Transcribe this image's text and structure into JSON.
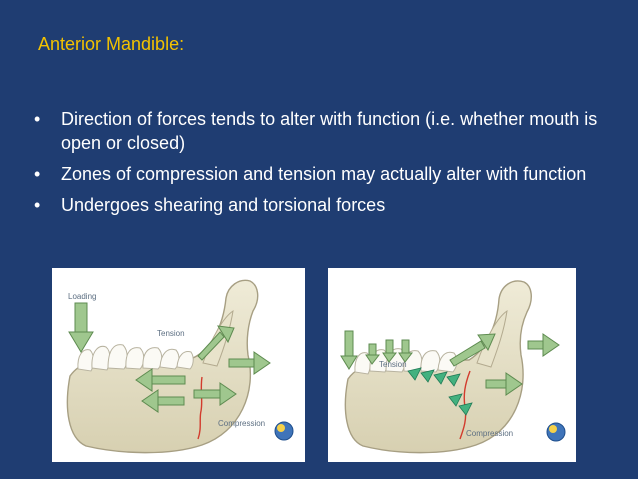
{
  "slide": {
    "title": "Anterior Mandible:",
    "title_color": "#f2c200",
    "background_color": "#1f3d72",
    "bullet_symbol": "•",
    "bullets": [
      "Direction of forces tends to alter with function  (i.e. whether mouth is open or closed)",
      "Zones of compression and tension may actually alter with function",
      "Undergoes shearing and torsional forces"
    ]
  },
  "figures": {
    "left": {
      "labels": {
        "loading": "Loading",
        "tension": "Tension",
        "compression": "Compression"
      }
    },
    "right": {
      "labels": {
        "tension": "Tension",
        "compression": "Compression"
      }
    }
  }
}
